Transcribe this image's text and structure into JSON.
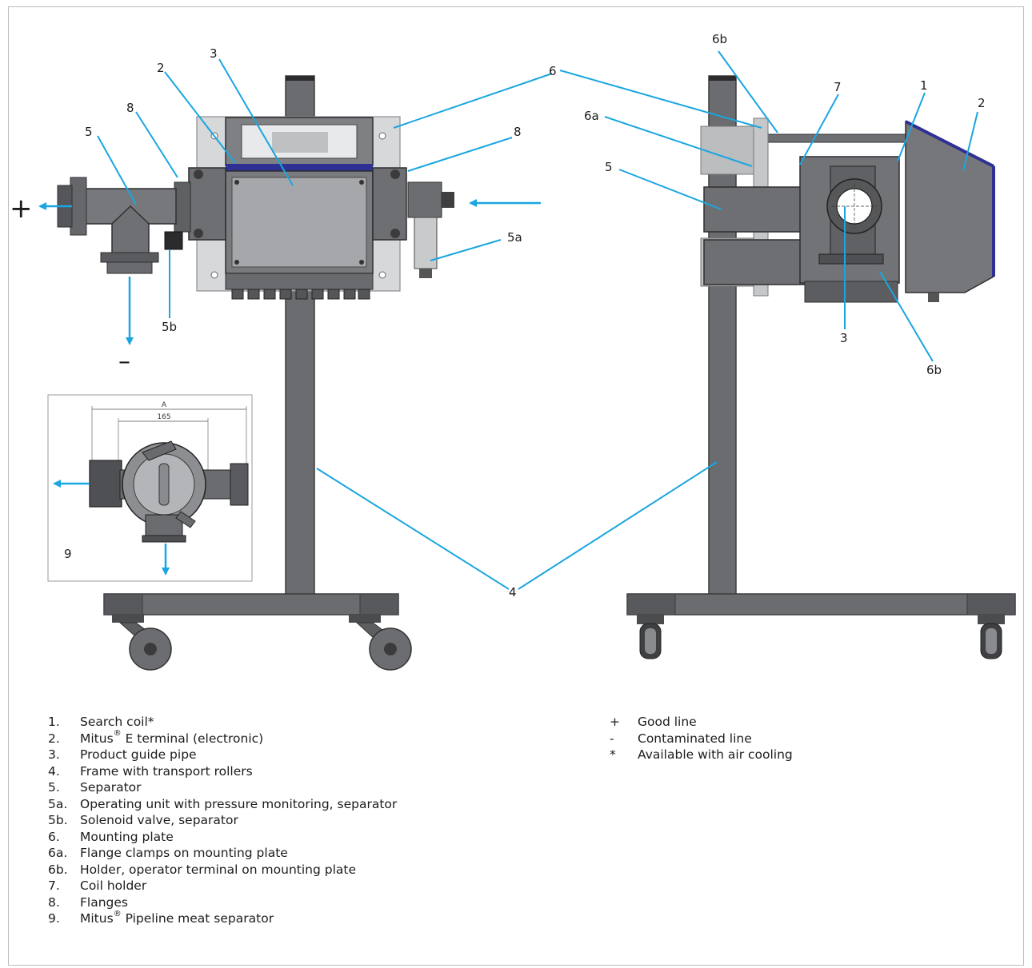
{
  "callouts": {
    "c1": "1",
    "c2": "2",
    "c3": "3",
    "c4": "4",
    "c5": "5",
    "c5a": "5a",
    "c5b": "5b",
    "c6": "6",
    "c6a": "6a",
    "c6b": "6b",
    "c7": "7",
    "c8": "8",
    "c9": "9"
  },
  "symbols": {
    "good": "+",
    "contaminated": "–"
  },
  "inset": {
    "dim_a": "A",
    "dim_165": "165"
  },
  "legend_left": [
    {
      "num": "1.",
      "text": "Search coil*"
    },
    {
      "num": "2.",
      "pre": "Mitus",
      "sup": "®",
      "text": " E terminal (electronic)"
    },
    {
      "num": "3.",
      "text": "Product guide pipe"
    },
    {
      "num": "4.",
      "text": "Frame with transport rollers"
    },
    {
      "num": "5.",
      "text": "Separator"
    },
    {
      "num": "5a.",
      "text": "Operating unit with pressure monitoring, separator"
    },
    {
      "num": "5b.",
      "text": "Solenoid valve, separator"
    },
    {
      "num": "6.",
      "text": "Mounting plate"
    },
    {
      "num": "6a.",
      "text": "Flange clamps on mounting plate"
    },
    {
      "num": "6b.",
      "text": "Holder, operator terminal on mounting plate"
    },
    {
      "num": "7.",
      "text": "Coil holder"
    },
    {
      "num": "8.",
      "text": "Flanges"
    },
    {
      "num": "9.",
      "pre": "Mitus",
      "sup": "®",
      "text": " Pipeline meat separator"
    }
  ],
  "legend_right": [
    {
      "sym": "+",
      "text": "Good line"
    },
    {
      "sym": "-",
      "text": "Contaminated line"
    },
    {
      "sym": "*",
      "text": "Available with air cooling"
    }
  ],
  "colors": {
    "leader": "#1aa6e0",
    "metal_dark": "#5f6062",
    "metal_mid": "#76777a",
    "metal_light": "#a9aaad",
    "plate": "#d7d8da",
    "accent_blue": "#2e3192"
  }
}
